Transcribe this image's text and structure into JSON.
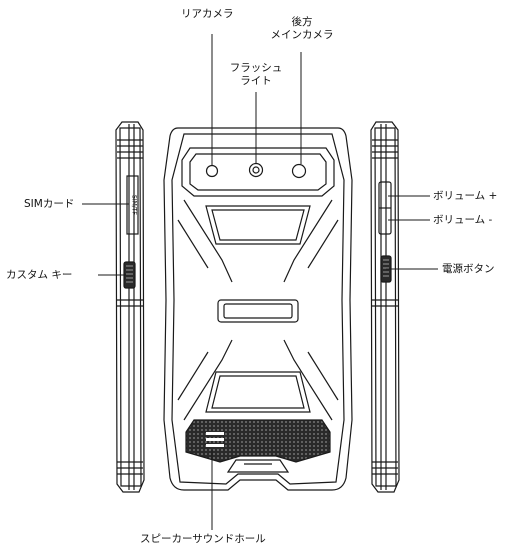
{
  "labels": {
    "rear_camera": "リアカメラ",
    "main_camera_line1": "後方",
    "main_camera_line2": "メインカメラ",
    "flash_line1": "フラッシュ",
    "flash_line2": "ライト",
    "sim_card": "SIMカード",
    "custom_key": "カスタム キー",
    "volume_up": "ボリューム +",
    "volume_down": "ボリューム -",
    "power_button": "電源ボタン",
    "speaker_hole": "スピーカーサウンドホール"
  },
  "sim_tray_text": "SIM/TF",
  "colors": {
    "line": "#1a1a1a",
    "fill": "#ffffff",
    "grille": "#2a2a2a"
  }
}
